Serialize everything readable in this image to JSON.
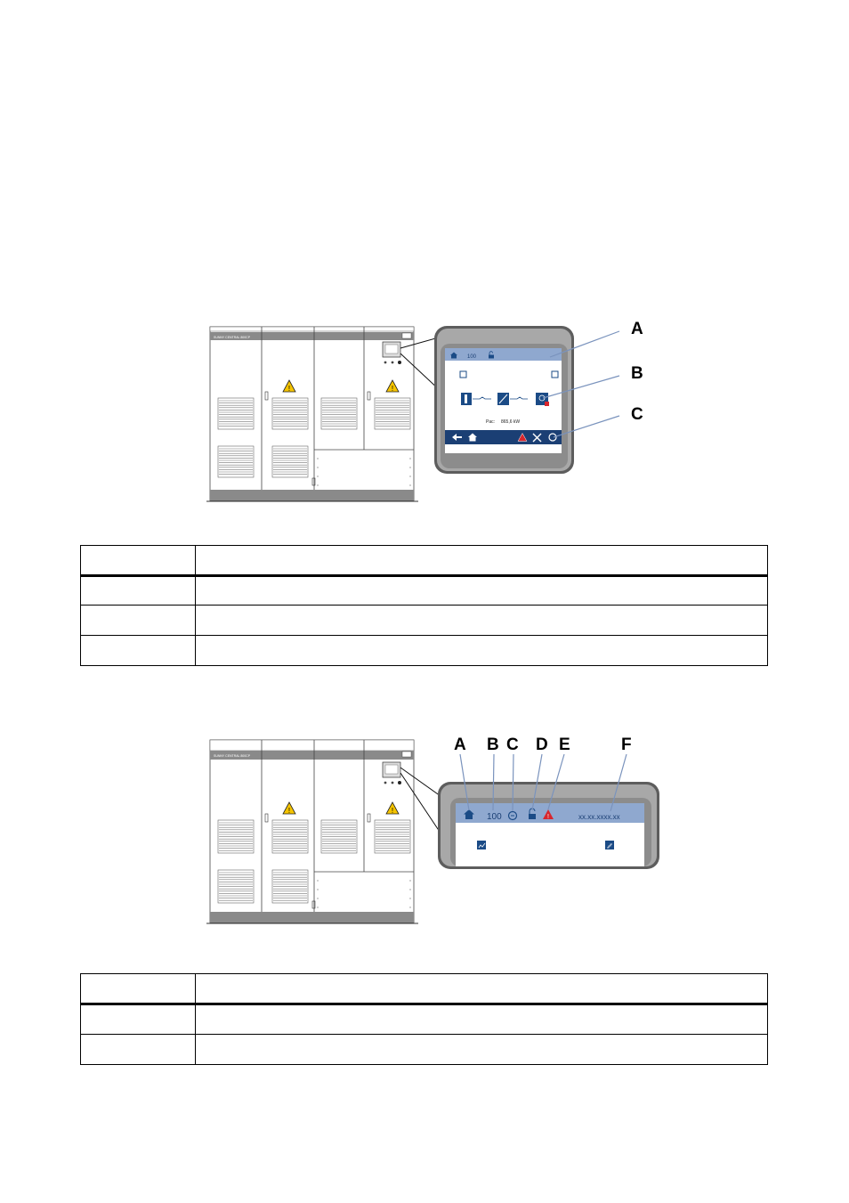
{
  "figure1": {
    "inverter_label": "SUNNY CENTRAL 800CP",
    "screen": {
      "status_number": "100",
      "power_label": "Pac:",
      "power_value": "865,6 kW"
    },
    "callouts": [
      "A",
      "B",
      "C"
    ]
  },
  "table1": {
    "rows": [
      [
        "",
        ""
      ],
      [
        "",
        ""
      ],
      [
        "",
        ""
      ],
      [
        "",
        ""
      ]
    ]
  },
  "figure2": {
    "inverter_label": "SUNNY CENTRAL 800CP",
    "screen": {
      "status_number": "100",
      "version_text": "xx.xx.xxxx.xx"
    },
    "callouts": [
      "A",
      "B",
      "C",
      "D",
      "E",
      "F"
    ]
  },
  "table2": {
    "rows": [
      [
        "",
        ""
      ],
      [
        "",
        ""
      ],
      [
        "",
        ""
      ]
    ]
  },
  "icons": [
    "home-icon",
    "unlock-icon",
    "lock-icon",
    "warning-icon",
    "tools-icon",
    "power-icon",
    "back-arrow-icon",
    "dc-input-icon",
    "inverter-icon",
    "grid-icon",
    "chart-icon",
    "settings-icon",
    "clock-icon"
  ],
  "colors": {
    "screen_header": "#8fa8cf",
    "screen_footer": "#1b3f74",
    "screen_icon": "#1b4b86",
    "warning": "#d8262d",
    "cabinet_band": "#8a8a8a",
    "display_bezel": "#5d5d5d",
    "display_inner": "#a8a8a8"
  }
}
